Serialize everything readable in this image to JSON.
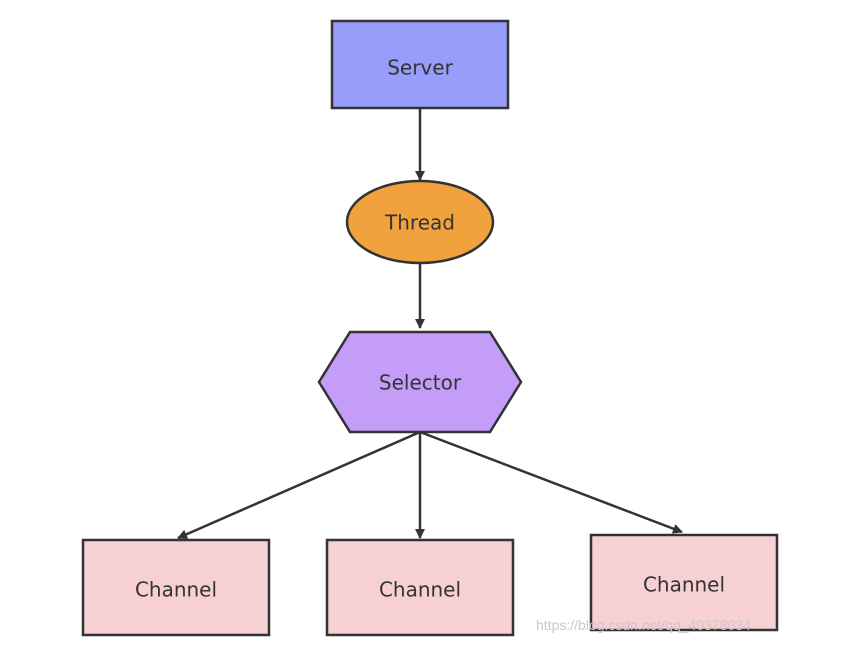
{
  "diagram": {
    "nodes": {
      "server": {
        "label": "Server",
        "color": "#979dfb"
      },
      "thread": {
        "label": "Thread",
        "color": "#f1a23c"
      },
      "selector": {
        "label": "Selector",
        "color": "#c49df8"
      },
      "channel_1": {
        "label": "Channel",
        "color": "#f6d0d3"
      },
      "channel_2": {
        "label": "Channel",
        "color": "#f6d0d3"
      },
      "channel_3": {
        "label": "Channel",
        "color": "#f6d0d3"
      }
    },
    "edges": [
      {
        "from": "Server",
        "to": "Thread"
      },
      {
        "from": "Thread",
        "to": "Selector"
      },
      {
        "from": "Selector",
        "to": "Channel"
      },
      {
        "from": "Selector",
        "to": "Channel"
      },
      {
        "from": "Selector",
        "to": "Channel"
      }
    ],
    "border_color": "#333333"
  },
  "watermark": "https://blog.csdn.net/qq_40378034"
}
